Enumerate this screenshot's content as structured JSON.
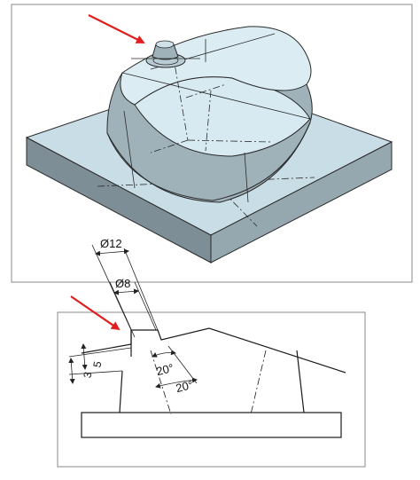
{
  "figure": {
    "iso_view": {
      "panel_border": "#8a8a8a",
      "plate_top_color": "#c9dde6",
      "plate_side_color": "#7d8e96",
      "boss_top_color": "#d7e9f1",
      "boss_side_color": "#9fb2ba",
      "arrow_color": "#e02020"
    },
    "section_view": {
      "panel_border": "#8a8a8a",
      "arrow_color": "#e02020",
      "dimensions": {
        "outer_diameter": "Ø12",
        "inner_diameter": "Ø8",
        "height_large": "5",
        "height_small": "3",
        "draft_angle_1": "20°",
        "draft_angle_2": "20°"
      }
    }
  }
}
